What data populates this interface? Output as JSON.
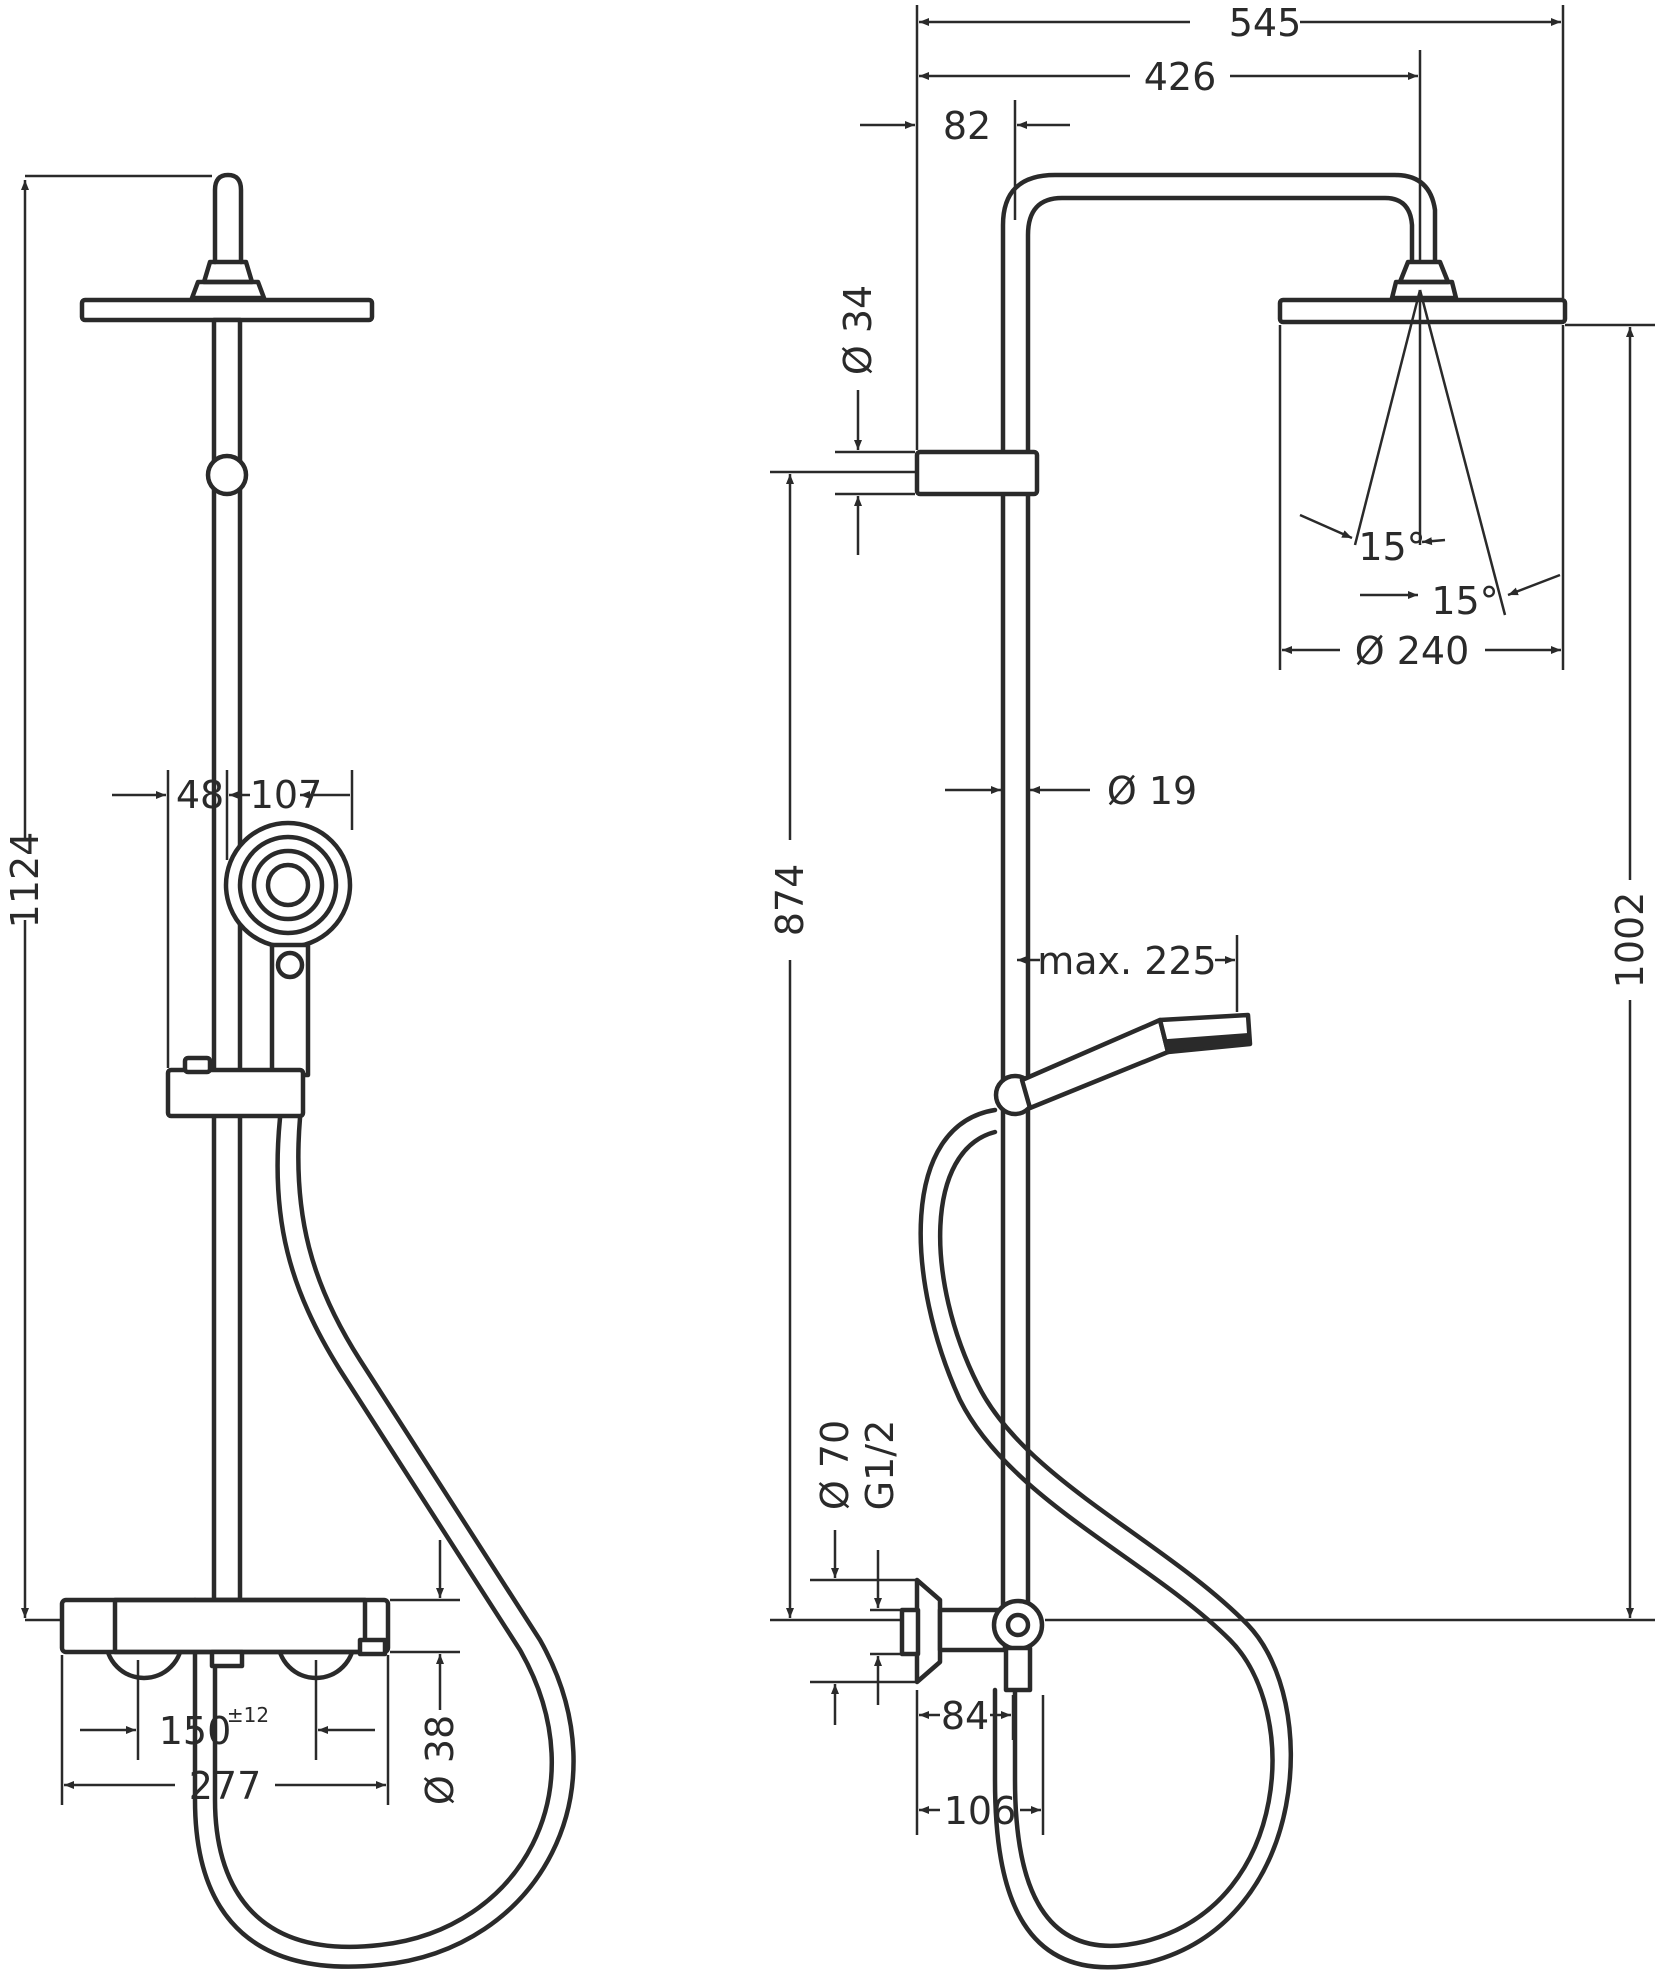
{
  "front_view": {
    "height_total": "1124",
    "offset_bar_holder": "48",
    "hand_shower_width": "107",
    "center_distance": "150",
    "center_distance_tolerance": "±12",
    "mixer_width": "277",
    "mixer_diameter": "Ø 38"
  },
  "side_view": {
    "total_depth": "545",
    "arm_length": "426",
    "wall_offset": "82",
    "holder_diameter": "Ø 34",
    "height_to_holder": "874",
    "spray_angle_left": "15°",
    "spray_angle_right": "15°",
    "head_diameter": "Ø 240",
    "pipe_diameter": "Ø 19",
    "hand_shower_reach": "max. 225",
    "head_height": "1002",
    "connection_diameter": "Ø 70",
    "connection_thread": "G1/2",
    "depth_84": "84",
    "depth_106": "106"
  }
}
